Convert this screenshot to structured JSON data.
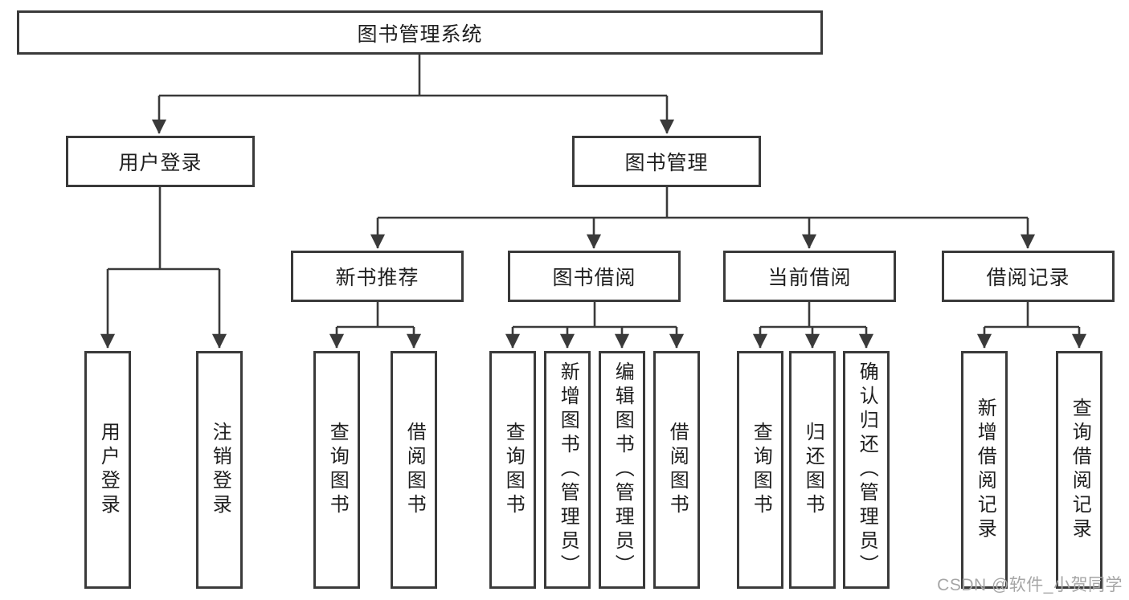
{
  "tree": {
    "root": {
      "label": "图书管理系统"
    },
    "branches": [
      {
        "label": "用户登录",
        "leaves": [
          {
            "label": "用户登录"
          },
          {
            "label": "注销登录"
          }
        ]
      },
      {
        "label": "图书管理",
        "groups": [
          {
            "label": "新书推荐",
            "leaves": [
              {
                "label": "查询图书"
              },
              {
                "label": "借阅图书"
              }
            ]
          },
          {
            "label": "图书借阅",
            "leaves": [
              {
                "label": "查询图书"
              },
              {
                "label": "新增图书（管理员）"
              },
              {
                "label": "编辑图书（管理员）"
              },
              {
                "label": "借阅图书"
              }
            ]
          },
          {
            "label": "当前借阅",
            "leaves": [
              {
                "label": "查询图书"
              },
              {
                "label": "归还图书"
              },
              {
                "label": "确认归还（管理员）"
              }
            ]
          },
          {
            "label": "借阅记录",
            "leaves": [
              {
                "label": "新增借阅记录"
              },
              {
                "label": "查询借阅记录"
              }
            ]
          }
        ]
      }
    ]
  },
  "watermark": {
    "text": "CSDN @软件_小贺同学"
  },
  "colors": {
    "line": "#3a3a3a",
    "text": "#1f1f1f",
    "watermark": "#a6a6a6",
    "background": "#ffffff"
  }
}
